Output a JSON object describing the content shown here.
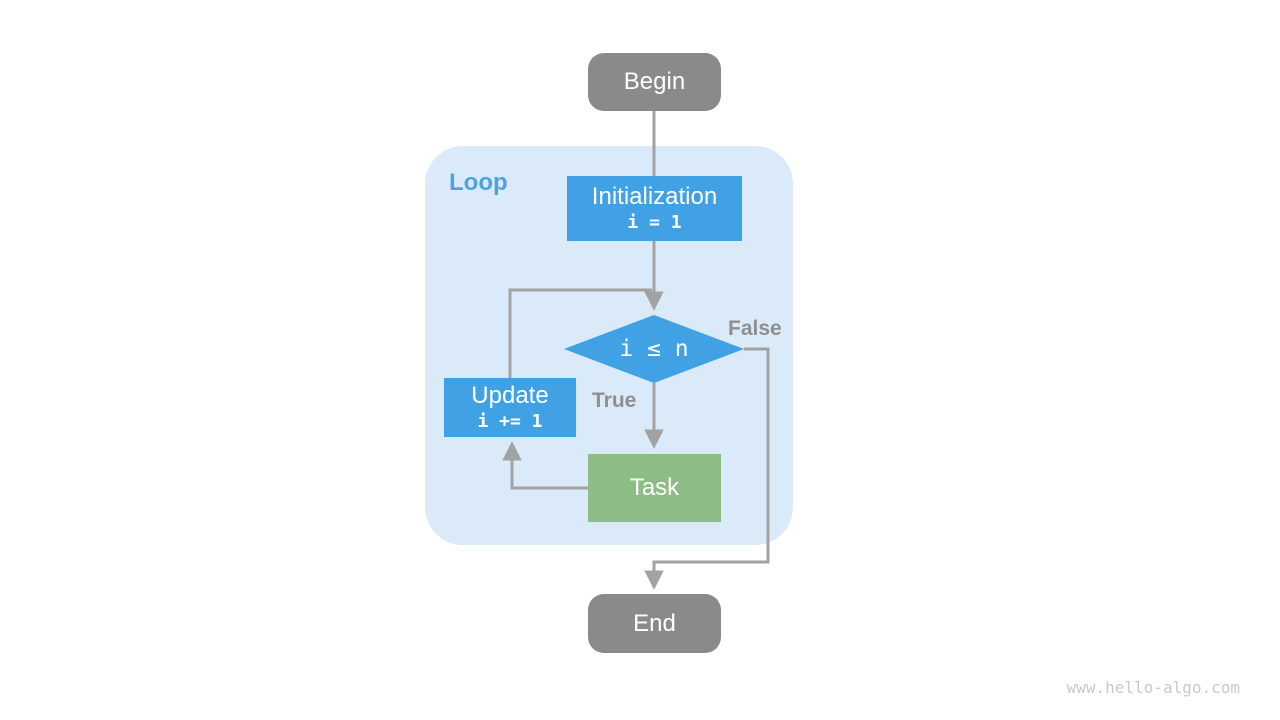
{
  "flowchart": {
    "container_label": "Loop",
    "nodes": {
      "begin": {
        "label": "Begin"
      },
      "initialization": {
        "label": "Initialization",
        "code": "i = 1"
      },
      "condition": {
        "label": "i ≤ n"
      },
      "update": {
        "label": "Update",
        "code": "i += 1"
      },
      "task": {
        "label": "Task"
      },
      "end": {
        "label": "End"
      }
    },
    "edge_labels": {
      "true_branch": "True",
      "false_branch": "False"
    },
    "colors": {
      "loop_container_bg": "#daeaf9",
      "loop_label": "#4ba3e4",
      "process_blue": "#40a2e5",
      "task_green": "#8ebc86",
      "terminal_gray": "#8a8a8a",
      "arrow_gray": "#a2a2a2",
      "edge_label_gray": "#8f8f8f",
      "watermark_gray": "#c9c9c9"
    }
  },
  "page": {
    "watermark": "www.hello-algo.com"
  }
}
